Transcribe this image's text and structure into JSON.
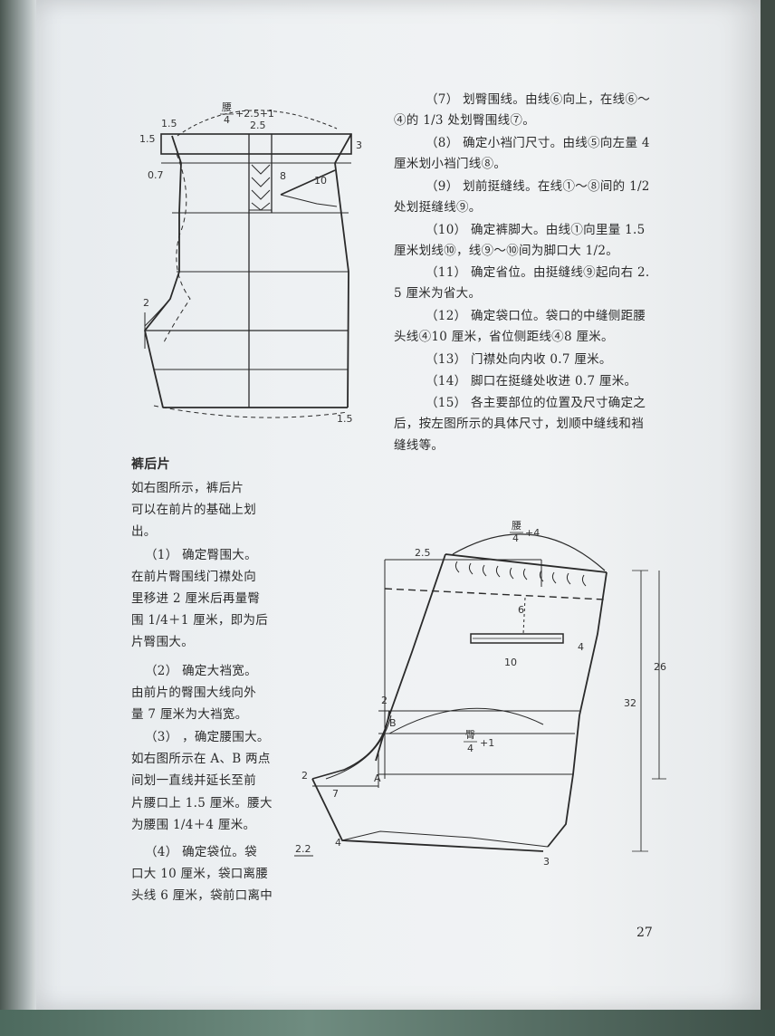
{
  "page_number": "27",
  "right_column": [
    "（7）  划臀围线。由线⑥向上，在线⑥～",
    "④的 1/3 处划臀围线⑦。",
    "（8）  确定小裆门尺寸。由线⑤向左量 4",
    "厘米划小裆门线⑧。",
    "（9）  划前挺缝线。在线①～⑧间的 1/2",
    "处划挺缝线⑨。",
    "（10）  确定裤脚大。由线①向里量 1.5",
    "厘米划线⑩，线⑨～⑩间为脚口大 1/2。",
    "（11）  确定省位。由挺缝线⑨起向右 2.",
    "5 厘米为省大。",
    "（12）  确定袋口位。袋口的中缝侧距腰",
    "头线④10 厘米，省位侧距线④8 厘米。",
    "（13）  门襟处向内收 0.7 厘米。",
    "（14）  脚口在挺缝处收进 0.7 厘米。",
    "（15）  各主要部位的位置及尺寸确定之",
    "后，按左图所示的具体尺寸，划顺中缝线和裆",
    "缝线等。"
  ],
  "left_column": {
    "heading": "裤后片",
    "lines": [
      "如右图所示，裤后片",
      "可以在前片的基础上划",
      "出。",
      "（1）  确定臀围大。",
      "在前片臀围线门襟处向",
      "里移进 2 厘米后再量臀",
      "围 1/4＋1 厘米，即为后",
      "片臀围大。",
      "（2）  确定大裆宽。",
      "由前片的臀围大线向外",
      "量 7 厘米为大裆宽。",
      "（3）  ，确定腰围大。",
      "如右图所示在 A、B 两点",
      "间划一直线并延长至前",
      "片腰口上 1.5 厘米。腰大",
      "为腰围 1/4＋4 厘米。",
      "（4）  确定袋位。袋",
      "口大 10 厘米，袋口离腰",
      "头线 6 厘米，袋前口离中"
    ]
  },
  "front_figure": {
    "labels": {
      "waist_top": "腰",
      "waist_frac": "4",
      "waist_plus": "+2.5+1",
      "l_1_5_top": "1.5",
      "l_1_5_left": "1.5",
      "l_2_5": "2.5",
      "l_3": "3",
      "l_0_7": "0.7",
      "l_8": "8",
      "l_10": "10",
      "l_2": "2",
      "l_1_5_bottom": "1.5"
    }
  },
  "back_figure": {
    "labels": {
      "waist_top": "腰",
      "waist_frac": "4",
      "waist_plus": "+4",
      "l_2_5": "2.5",
      "l_6": "6",
      "l_4_right": "4",
      "l_10": "10",
      "l_26": "26",
      "l_32": "32",
      "l_2": "2",
      "l_B": "B",
      "hip_top": "臀",
      "hip_frac": "4",
      "hip_plus": "+1",
      "l_A": "A",
      "l_2_left": "2",
      "l_7": "7",
      "l_2_2": "2.2",
      "l_4_bottom": "4",
      "l_3": "3"
    }
  },
  "colors": {
    "ink": "#2a2a2a",
    "paper": "#eef1f3"
  }
}
